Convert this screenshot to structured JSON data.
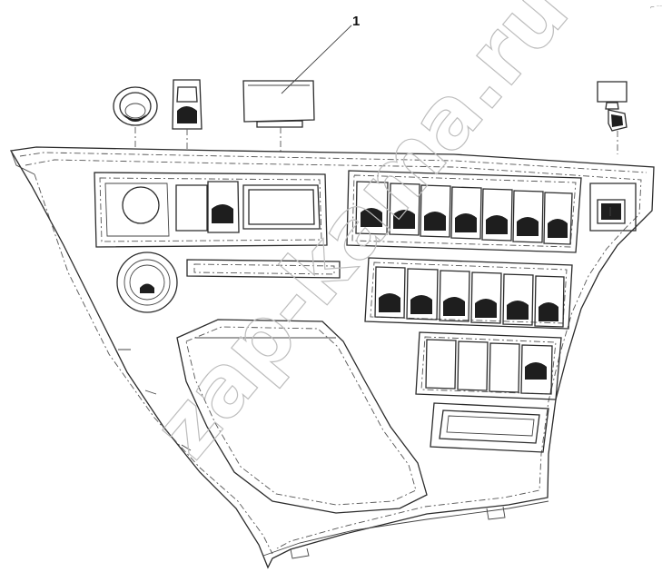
{
  "diagram": {
    "callouts": [
      {
        "id": "1",
        "label": "1"
      }
    ],
    "watermark": "zap-kama.ru",
    "corner_mark": "⌐ ⁻⁻"
  }
}
